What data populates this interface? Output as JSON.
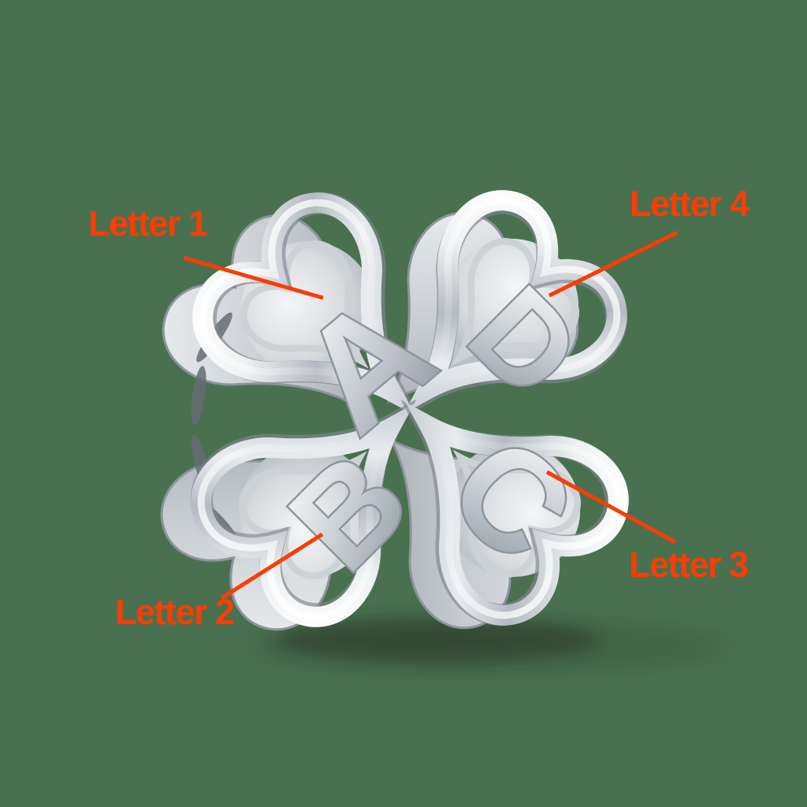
{
  "scene": {
    "type": "annotated product photo",
    "subject": "Silver four-leaf clover charm bead made of four open hearts, each engraved with a personalized letter",
    "background_color": "#497150",
    "accent_color": "#f93d03",
    "metal_base_color": "#c6ccd2",
    "metal_highlight_color": "#ffffff",
    "metal_shadow_color": "#7f868e"
  },
  "charm": {
    "letters": {
      "top_left": "A",
      "top_right": "D",
      "bottom_left": "B",
      "bottom_right": "C"
    }
  },
  "annotations": {
    "letter1": {
      "label": "Letter 1",
      "points_to_letter": "A"
    },
    "letter2": {
      "label": "Letter 2",
      "points_to_letter": "B"
    },
    "letter3": {
      "label": "Letter 3",
      "points_to_letter": "C"
    },
    "letter4": {
      "label": "Letter 4",
      "points_to_letter": "D"
    }
  }
}
